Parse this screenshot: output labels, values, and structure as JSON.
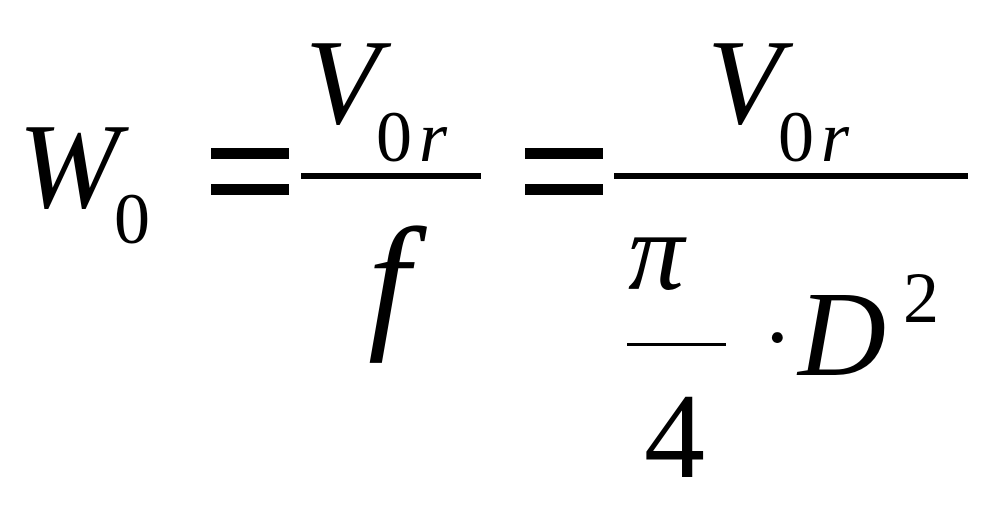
{
  "equation": {
    "lhs": {
      "base": "W",
      "subscript": "0"
    },
    "equals_1": "=",
    "fraction_1": {
      "numerator": {
        "base": "V",
        "subscript_digit": "0",
        "subscript_letter": "r"
      },
      "denominator": "f"
    },
    "equals_2": "=",
    "fraction_2": {
      "numerator": {
        "base": "V",
        "subscript_digit": "0",
        "subscript_letter": "r"
      },
      "denominator": {
        "inner_fraction": {
          "numerator": "π",
          "denominator": "4"
        },
        "dot": "·",
        "base": "D",
        "exponent": "2"
      }
    }
  }
}
